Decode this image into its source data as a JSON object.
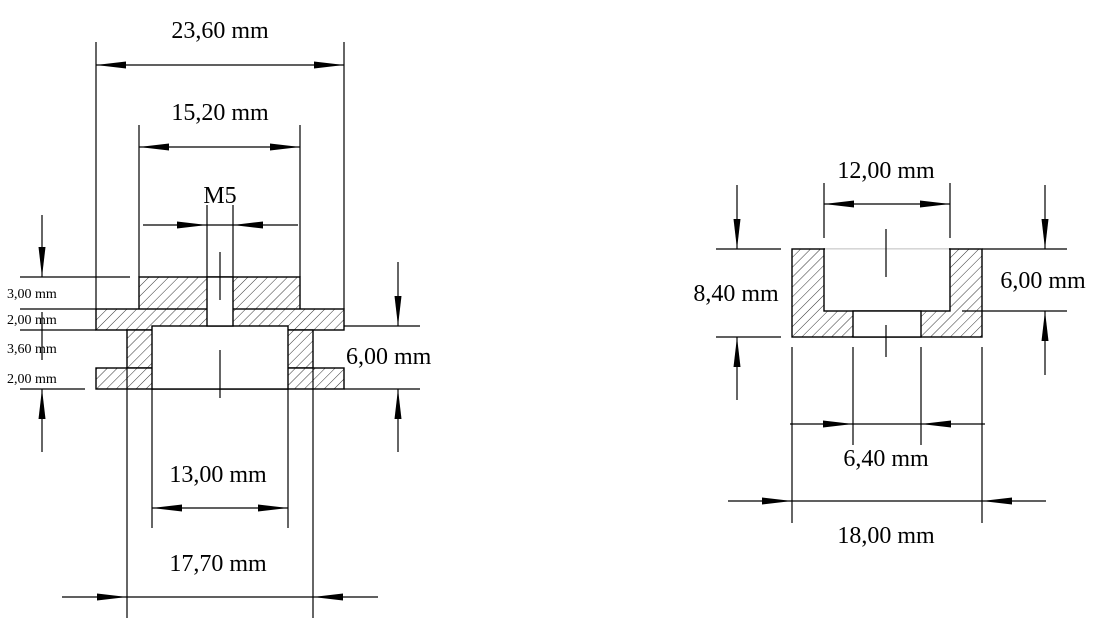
{
  "left_view": {
    "overall_width": "23,60 mm",
    "top_block_width": "15,20 mm",
    "thread": "M5",
    "layer_1": "3,00 mm",
    "layer_2": "2,00 mm",
    "layer_3": "3,60 mm",
    "layer_4": "2,00 mm",
    "cavity_depth": "6,00 mm",
    "inner_width": "13,00 mm",
    "body_width": "17,70 mm"
  },
  "right_view": {
    "inner_width": "12,00 mm",
    "overall_height": "8,40 mm",
    "cavity_depth": "6,00 mm",
    "hole_width": "6,40 mm",
    "overall_width": "18,00 mm"
  }
}
